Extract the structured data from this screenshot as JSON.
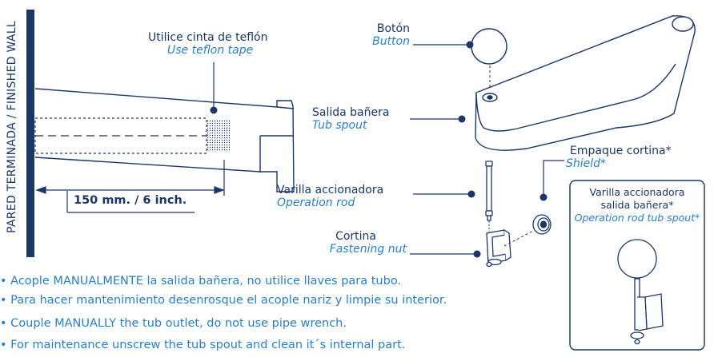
{
  "wall": {
    "label": "PARED TERMINADA / FINISHED WALL",
    "color": "#1b3766"
  },
  "labels": {
    "teflon_es": "Utilice cinta de teflón",
    "teflon_en": "Use teflon tape",
    "measure": "150 mm. / 6 inch.",
    "button_es": "Botón",
    "button_en": "Button",
    "spout_es": "Salida bañera",
    "spout_en": "Tub spout",
    "rod_es": "Varilla accionadora",
    "rod_en": "Operation rod",
    "nut_es": "Cortina",
    "nut_en": "Fastening nut",
    "shield_es": "Empaque cortina*",
    "shield_en": "Shield*",
    "box_line1": "Varilla accionadora",
    "box_line2": "salida bañera*",
    "box_line3": "Operation rod tub spout*"
  },
  "notes": [
    "• Acople MANUALMENTE la salida bañera, no utilice llaves para tubo.",
    "• Para hacer mantenimiento desenrosque el acople nariz y limpie su interior.",
    "• Couple MANUALLY the tub outlet, do not use pipe wrench.",
    "• For maintenance unscrew the tub spout and clean it´s internal part."
  ],
  "colors": {
    "navy": "#1b3766",
    "accent": "#2a7fc4"
  }
}
